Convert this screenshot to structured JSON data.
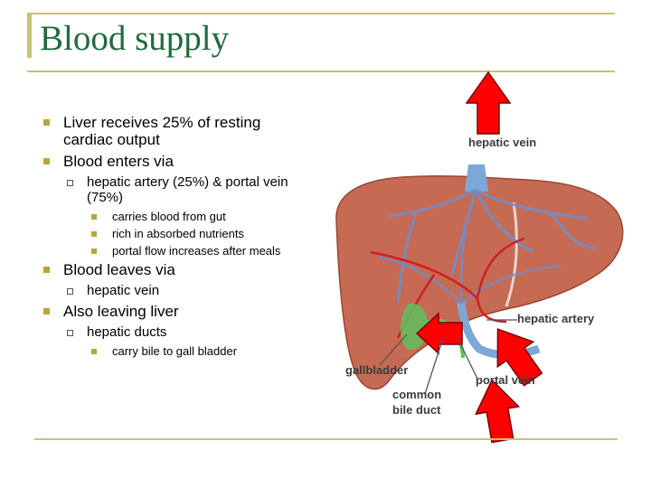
{
  "slide": {
    "title": "Blood supply",
    "bullets": [
      {
        "level": 1,
        "text": "Liver receives 25% of resting cardiac output"
      },
      {
        "level": 1,
        "text": "Blood enters via"
      },
      {
        "level": 2,
        "text": "hepatic artery (25%) & portal vein (75%)"
      },
      {
        "level": 3,
        "text": "carries blood from gut"
      },
      {
        "level": 3,
        "text": "rich in absorbed nutrients"
      },
      {
        "level": 3,
        "text": "portal flow increases after meals"
      },
      {
        "level": 1,
        "text": "Blood leaves via"
      },
      {
        "level": 2,
        "text": "hepatic vein"
      },
      {
        "level": 1,
        "text": "Also leaving liver"
      },
      {
        "level": 2,
        "text": "hepatic ducts"
      },
      {
        "level": 3,
        "text": "carry bile to gall bladder"
      }
    ]
  },
  "diagram": {
    "labels": {
      "hepatic_vein": "hepatic vein",
      "hepatic_artery": "hepatic artery",
      "gallbladder": "gallbladder",
      "common_bile_duct_line1": "common",
      "common_bile_duct_line2": "bile duct",
      "portal_vein": "portal vein"
    },
    "colors": {
      "liver": "#c66a54",
      "arrow_fill": "#ff0000",
      "vein": "#7da7d8",
      "artery": "#d11f1f",
      "bile": "#5fc15f",
      "accent": "#c9c27a",
      "title": "#1f6b3a"
    }
  }
}
